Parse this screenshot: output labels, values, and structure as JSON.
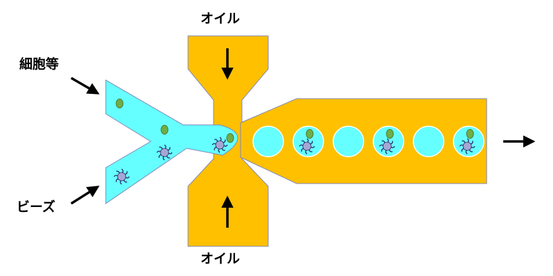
{
  "labels": {
    "oil_top": "オイル",
    "oil_bottom": "オイル",
    "cells": "細胞等",
    "beads": "ビーズ"
  },
  "colors": {
    "oil": "#FFC000",
    "oil_outline": "#7F86B8",
    "aqueous": "#66FFFF",
    "droplet": "#66FFFF",
    "cell": "#70AD47",
    "cell_outline": "#4E7A32",
    "bead_core": "#A6A6D2",
    "bead_arms": "#1F1F5F",
    "arrow": "#000000"
  },
  "icons": [
    "cell-icon",
    "bead-icon",
    "arrow-icon"
  ],
  "droplets": [
    {
      "cell": false,
      "bead": false
    },
    {
      "cell": true,
      "bead": true
    },
    {
      "cell": false,
      "bead": false
    },
    {
      "cell": true,
      "bead": true
    },
    {
      "cell": false,
      "bead": false
    },
    {
      "cell": true,
      "bead": true
    }
  ]
}
